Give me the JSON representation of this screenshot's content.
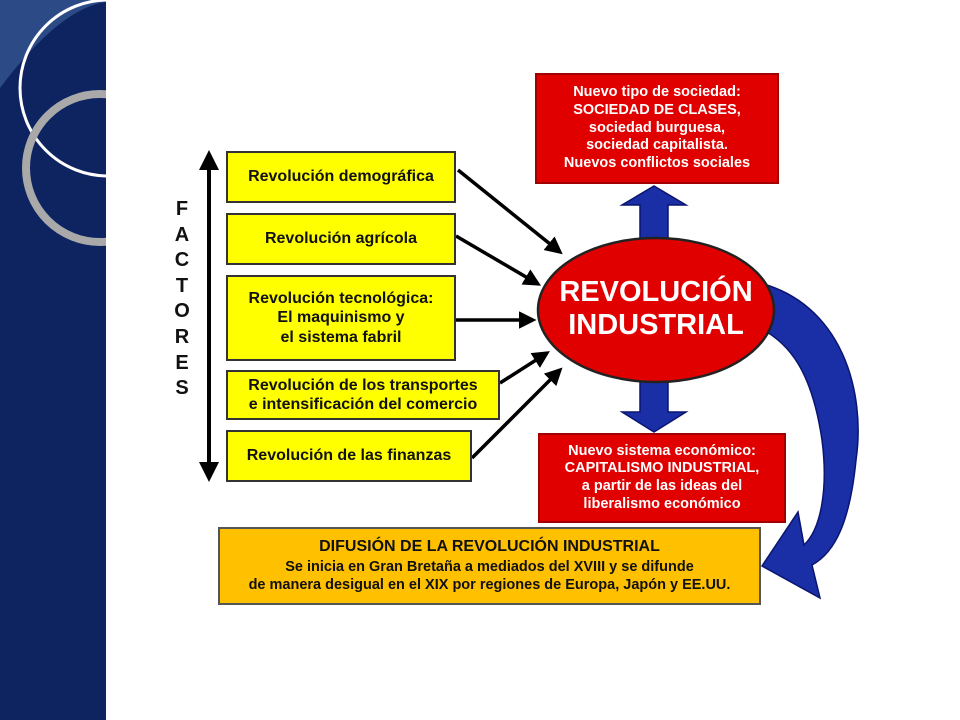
{
  "sidebar": {
    "color": "#0d2461"
  },
  "diagram": {
    "factores_label": [
      "F",
      "A",
      "C",
      "T",
      "O",
      "R",
      "E",
      "S"
    ],
    "factors": [
      {
        "lines": [
          "Revolución demográfica"
        ]
      },
      {
        "lines": [
          "Revolución agrícola"
        ]
      },
      {
        "lines": [
          "Revolución tecnológica:",
          "El maquinismo y",
          "el sistema fabril"
        ]
      },
      {
        "lines": [
          "Revolución de los transportes",
          "e intensificación del comercio"
        ]
      },
      {
        "lines": [
          "Revolución de las finanzas"
        ]
      }
    ],
    "core": {
      "lines": [
        "REVOLUCIÓN",
        "INDUSTRIAL"
      ],
      "color": "#e10000"
    },
    "society": {
      "lines": [
        "Nuevo tipo de sociedad:",
        "SOCIEDAD DE CLASES,",
        "sociedad burguesa,",
        "sociedad capitalista.",
        "Nuevos conflictos sociales"
      ]
    },
    "economy": {
      "lines": [
        "Nuevo sistema económico:",
        "CAPITALISMO INDUSTRIAL,",
        "a partir de las ideas del",
        "liberalismo económico"
      ]
    },
    "diffusion": {
      "title": "DIFUSIÓN DE LA REVOLUCIÓN INDUSTRIAL",
      "lines": [
        "Se inicia en Gran Bretaña a mediados del XVIII y se difunde",
        "de manera desigual en el XIX por regiones de Europa, Japón y EE.UU."
      ]
    },
    "colors": {
      "factor_fill": "#ffff00",
      "result_fill": "#e10000",
      "diffusion_fill": "#ffc000",
      "arrow_blue": "#1a2ea6"
    }
  }
}
